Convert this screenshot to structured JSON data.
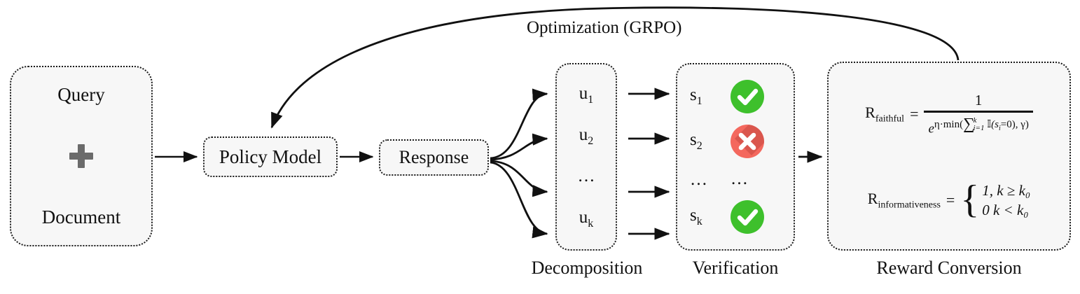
{
  "diagram": {
    "title_label": "Optimization (GRPO)",
    "input_box": {
      "line1": "Query",
      "plus_icon": "plus-icon",
      "line2": "Document"
    },
    "policy_box": {
      "label": "Policy Model"
    },
    "response_box": {
      "label": "Response"
    },
    "decomposition": {
      "caption": "Decomposition",
      "items": [
        {
          "base": "u",
          "sub": "1"
        },
        {
          "base": "u",
          "sub": "2"
        },
        {
          "base": "…",
          "sub": ""
        },
        {
          "base": "u",
          "sub": "k"
        }
      ]
    },
    "verification": {
      "caption": "Verification",
      "rows": [
        {
          "base": "s",
          "sub": "1",
          "status": "pass",
          "status_icon": "check-circle-icon"
        },
        {
          "base": "s",
          "sub": "2",
          "status": "fail",
          "status_icon": "x-circle-icon"
        },
        {
          "base": "…",
          "sub": "",
          "status": "ellipsis",
          "status_icon": "ellipsis-icon"
        },
        {
          "base": "s",
          "sub": "k",
          "status": "pass",
          "status_icon": "check-circle-icon"
        }
      ]
    },
    "reward": {
      "caption": "Reward Conversion",
      "formula1": {
        "lhs_base": "R",
        "lhs_sub": "faithful",
        "equals": "=",
        "numerator": "1",
        "den_e": "e",
        "den_exp_pre": "η·min(",
        "den_sum": "∑",
        "den_sum_upper": "k",
        "den_sum_lower": "i=1",
        "den_indicator": "𝕀",
        "den_arg": "(s",
        "den_arg_sub": "i",
        "den_arg_end": "=0), γ)"
      },
      "formula2": {
        "lhs_base": "R",
        "lhs_sub": "informativeness",
        "equals": "=",
        "case1": "1,  k ≥ k₀",
        "case2": "0  k < k₀"
      }
    },
    "colors": {
      "pass_green": "#3ec02c",
      "fail_red": "#f4685e",
      "node_fill": "#f7f7f7",
      "node_border": "#1a1a1a",
      "plus_gray": "#6b6b6b"
    }
  }
}
